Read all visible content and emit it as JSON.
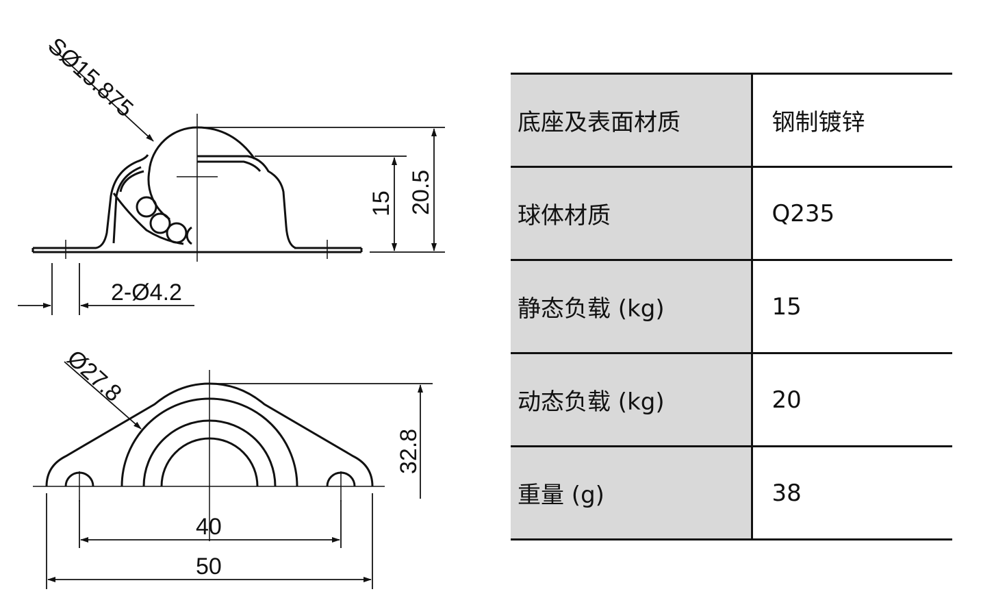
{
  "drawing": {
    "dims": {
      "ball_diameter": "SØ15.875",
      "height_low": "15",
      "height_total": "20.5",
      "hole_spec": "2-Ø4.2",
      "arc_diameter": "Ø27.8",
      "depth": "32.8",
      "hole_spacing": "40",
      "overall_width": "50"
    }
  },
  "specs": [
    {
      "label": "底座及表面材质",
      "value": "钢制镀锌"
    },
    {
      "label": "球体材质",
      "value": "Q235"
    },
    {
      "label": "静态负载 (kg)",
      "value": "15"
    },
    {
      "label": "动态负载 (kg)",
      "value": "20"
    },
    {
      "label": "重量 (g)",
      "value": "38"
    }
  ]
}
